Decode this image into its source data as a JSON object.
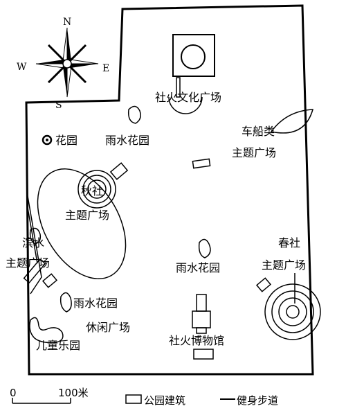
{
  "compass": {
    "north": "N",
    "south": "S",
    "east": "E",
    "west": "W"
  },
  "labels": {
    "shehuo_square": "社火文化广场",
    "vehicle_square_line1": "车船类",
    "vehicle_square_line2": "主题广场",
    "flower_garden": "花园",
    "rain_garden_top": "雨水花园",
    "autumn_line1": "秋社",
    "autumn_line2": "主题广场",
    "waterfront_line1": "滨水",
    "waterfront_line2": "主题广场",
    "spring_line1": "春社",
    "spring_line2": "主题广场",
    "rain_garden_center": "雨水花园",
    "rain_garden_left": "雨水花园",
    "leisure_square": "休闲广场",
    "museum": "社火博物馆",
    "playground": "儿童乐园"
  },
  "scale": {
    "zero": "0",
    "distance": "100米"
  },
  "legend": {
    "building": "公园建筑",
    "path": "健身步道"
  }
}
